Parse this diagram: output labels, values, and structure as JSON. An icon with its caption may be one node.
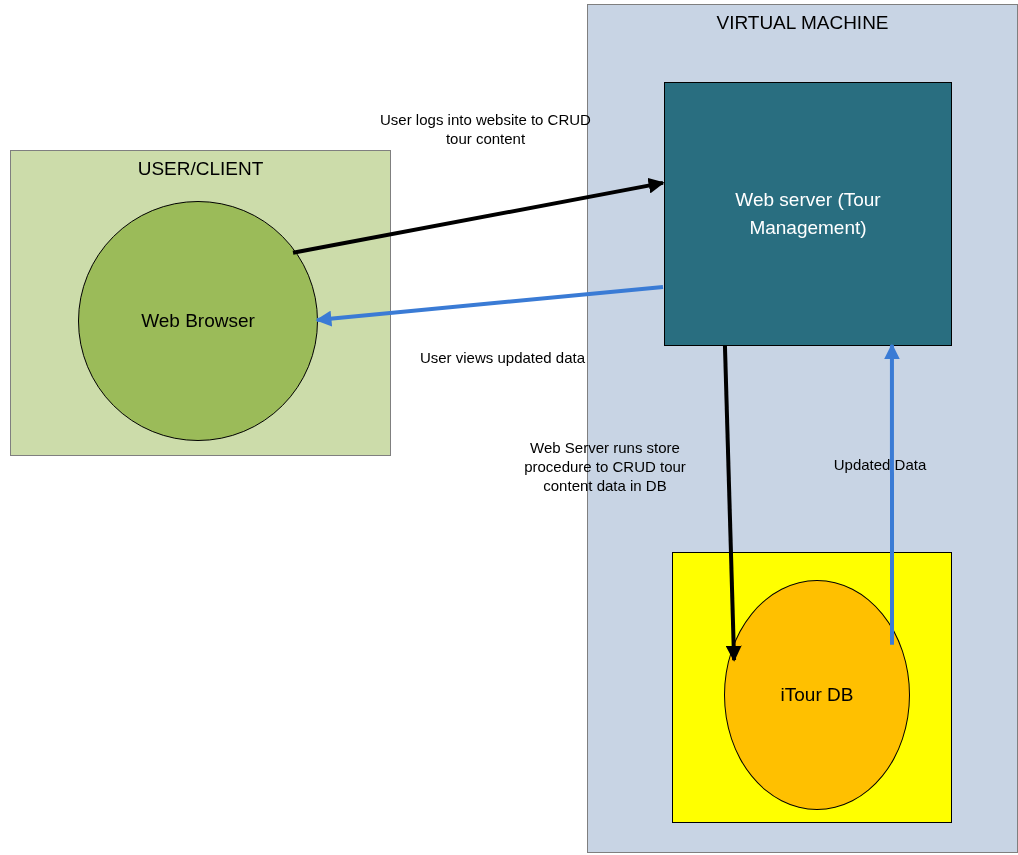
{
  "diagram": {
    "nodes": [
      {
        "text": [
          "USER/CLIENT"
        ]
      },
      {
        "text": [
          "Web Browser"
        ],
        "in": 0
      },
      {
        "text": [
          "VIRTUAL MACHINE"
        ]
      },
      {
        "text": [
          "Web server (Tour Management)"
        ],
        "in": 2
      },
      {
        "text": [],
        "shape": "box",
        "in": 2
      },
      {
        "text": [
          "iTour DB"
        ],
        "in": 4
      }
    ],
    "edges": [
      {
        "from": 1,
        "to": 3,
        "arrow": "to",
        "label": "User logs into website to CRUD tour content",
        "color": "#000000"
      },
      {
        "from": 3,
        "to": 1,
        "arrow": "to",
        "label": "User views updated data",
        "color": "#3a7bd5"
      },
      {
        "from": 3,
        "to": 5,
        "arrow": "to",
        "label": "Web Server runs store procedure to CRUD tour content data in DB",
        "color": "#000000"
      },
      {
        "from": 5,
        "to": 3,
        "arrow": "to",
        "label": "Updated Data",
        "color": "#3a7bd5"
      }
    ]
  }
}
